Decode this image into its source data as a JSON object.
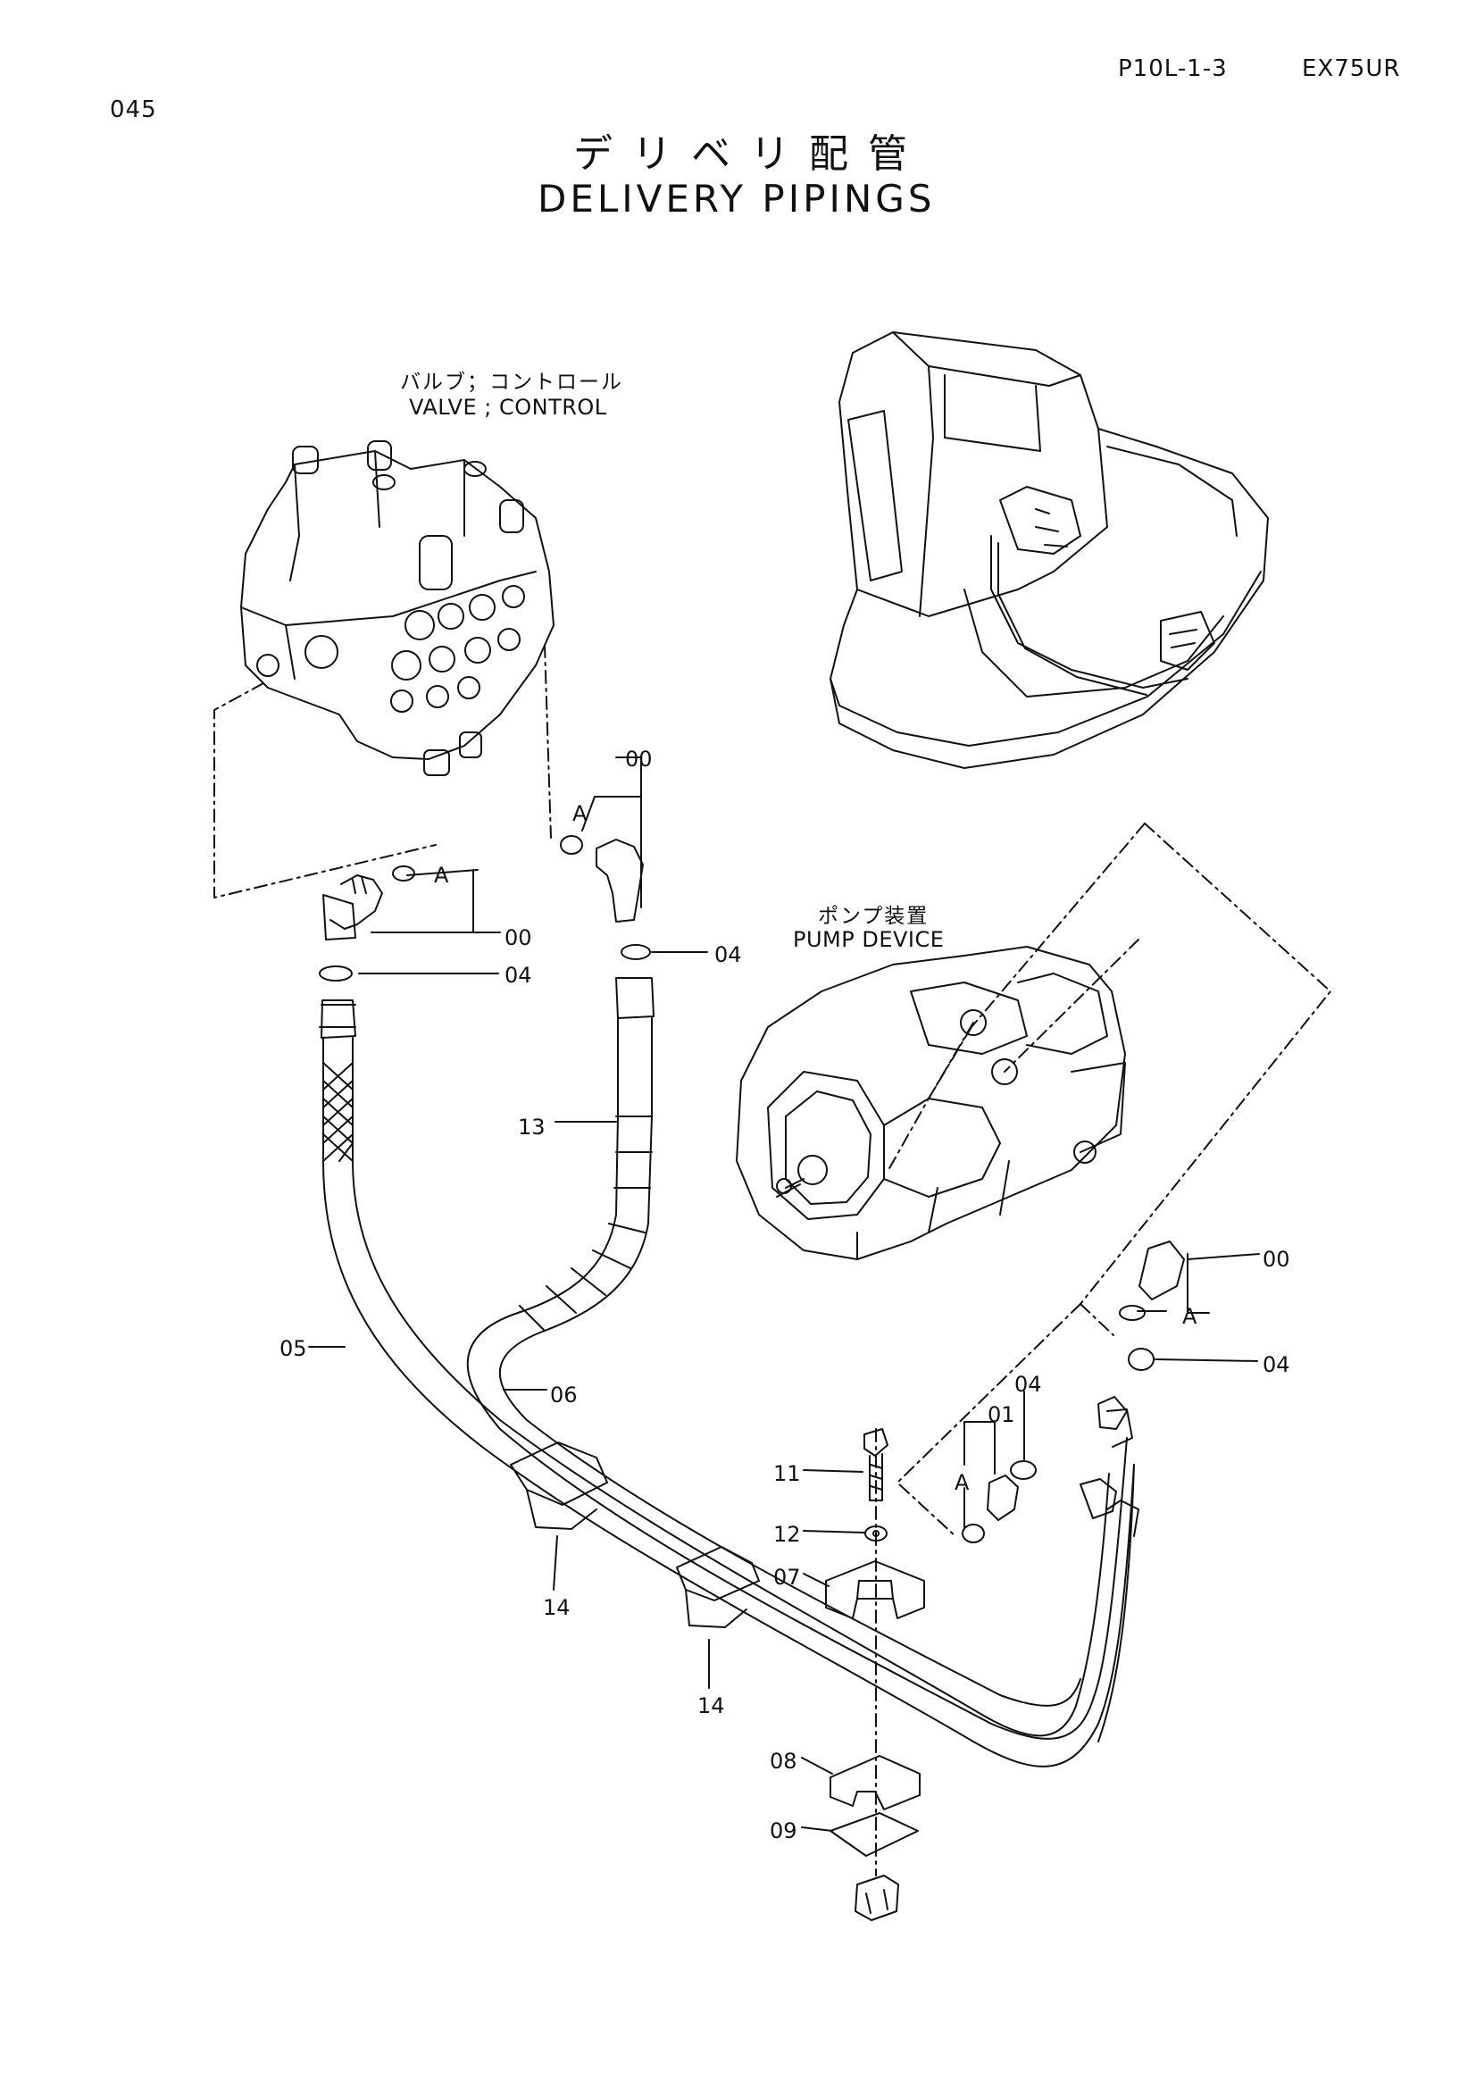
{
  "header": {
    "page_code": "P10L-1-3",
    "model": "EX75UR",
    "page_number": "045"
  },
  "title": {
    "japanese": "デリベリ配管",
    "english": "DELIVERY PIPINGS"
  },
  "labels": {
    "valve_jp": "バルブ；コントロール",
    "valve_en": "VALVE ; CONTROL",
    "pump_jp": "ポンプ装置",
    "pump_en": "PUMP DEVICE",
    "view_marker": "A"
  },
  "callouts": {
    "c00_a": "00",
    "c00_b": "00",
    "c00_c": "00",
    "c04_a": "04",
    "c04_b": "04",
    "c04_c": "04",
    "c04_d": "04",
    "c13": "13",
    "c05": "05",
    "c06": "06",
    "c11": "11",
    "c12": "12",
    "c07": "07",
    "c01": "01",
    "c14_a": "14",
    "c14_b": "14",
    "c08": "08",
    "c09": "09"
  }
}
